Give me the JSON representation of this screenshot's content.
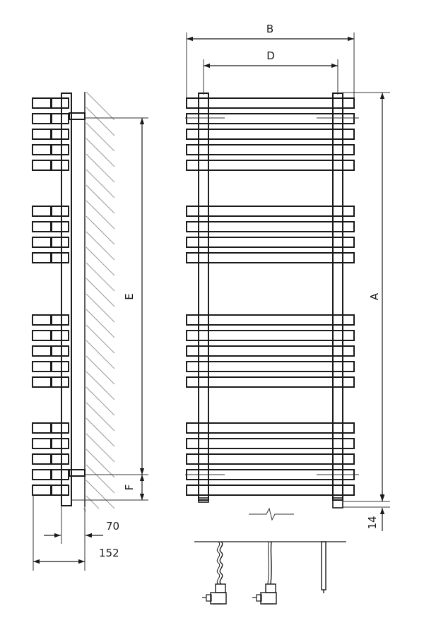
{
  "labels": {
    "B": "B",
    "D": "D",
    "A": "A",
    "E": "E",
    "F": "F",
    "dim_70": "70",
    "dim_152": "152",
    "dim_14": "14"
  }
}
